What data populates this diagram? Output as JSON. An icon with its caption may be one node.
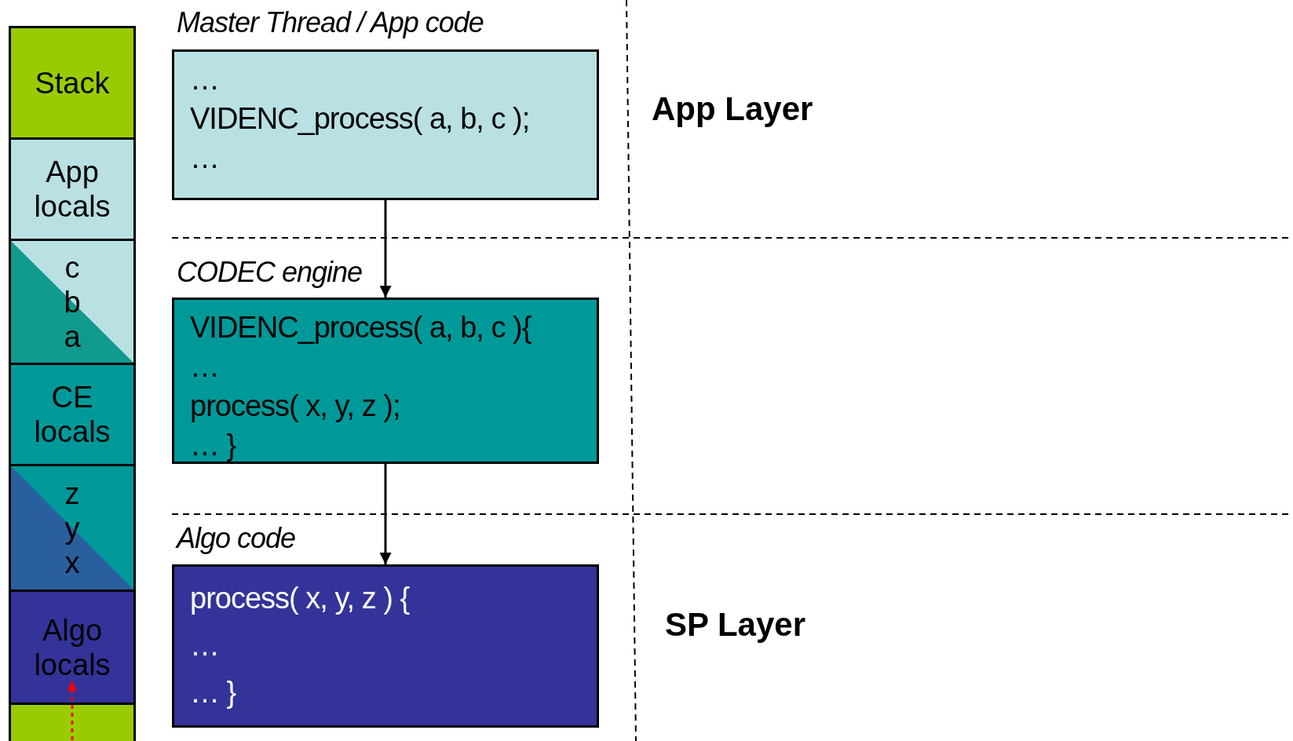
{
  "diagram": {
    "nodes": [
      {
        "text": [
          "Stack"
        ]
      },
      {
        "text": [
          "App locals"
        ]
      },
      {
        "text": [
          "c b a"
        ]
      },
      {
        "text": [
          "CE locals"
        ]
      },
      {
        "text": [
          "z y x"
        ]
      },
      {
        "text": [
          "Algo locals"
        ]
      },
      {
        "text": [],
        "shape": "bar"
      },
      {
        "text": [
          "…",
          "VIDENC_process( a, b, c );",
          "…"
        ],
        "beside": [
          "Master Thread / App code"
        ]
      },
      {
        "text": [
          "VIDENC_process( a, b, c ){",
          "…",
          "process( x, y, z );",
          "… }"
        ],
        "beside": [
          "CODEC engine"
        ]
      },
      {
        "text": [
          "process( x, y, z ) {",
          "…",
          "… }"
        ],
        "beside": [
          "Algo code"
        ]
      }
    ],
    "edges": [
      {
        "from": 7,
        "to": 8,
        "arrow": "to"
      },
      {
        "from": 8,
        "to": 9,
        "arrow": "to"
      },
      {
        "from": 6,
        "to": 5,
        "arrow": "to",
        "style": "dashed",
        "color": "#ff0000"
      }
    ],
    "labels": [
      "App Layer",
      "SP Layer"
    ]
  }
}
